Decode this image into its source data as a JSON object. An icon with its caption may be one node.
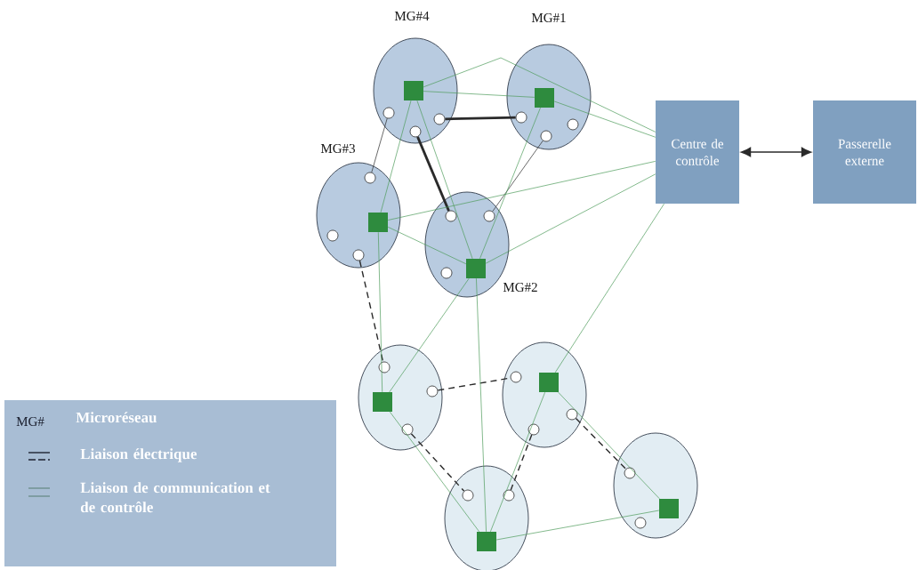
{
  "diagram": {
    "nodes": [
      {
        "text": [],
        "shape": "circle",
        "beside": [
          "MG#4"
        ]
      },
      {
        "text": [],
        "shape": "box",
        "in": 0
      },
      {
        "text": [],
        "shape": "circle",
        "in": 0
      },
      {
        "text": [],
        "shape": "circle",
        "in": 0
      },
      {
        "text": [],
        "shape": "circle",
        "in": 0
      },
      {
        "text": [],
        "shape": "circle",
        "beside": [
          "MG#1"
        ]
      },
      {
        "text": [],
        "shape": "box",
        "in": 5
      },
      {
        "text": [],
        "shape": "circle",
        "in": 5
      },
      {
        "text": [],
        "shape": "circle",
        "in": 5
      },
      {
        "text": [],
        "shape": "circle",
        "in": 5
      },
      {
        "text": [
          "Centre de contrôle"
        ]
      },
      {
        "text": [
          "Passerelle externe"
        ]
      },
      {
        "text": [],
        "shape": "circle",
        "beside": [
          "MG#3"
        ]
      },
      {
        "text": [],
        "shape": "box",
        "in": 12
      },
      {
        "text": [],
        "shape": "circle",
        "in": 12
      },
      {
        "text": [],
        "shape": "circle",
        "in": 12
      },
      {
        "text": [],
        "shape": "circle",
        "in": 12
      },
      {
        "text": [],
        "shape": "circle",
        "beside": [
          "MG#2"
        ]
      },
      {
        "text": [],
        "shape": "box",
        "in": 17
      },
      {
        "text": [],
        "shape": "circle",
        "in": 17
      },
      {
        "text": [],
        "shape": "circle",
        "in": 17
      },
      {
        "text": [],
        "shape": "circle",
        "in": 17
      },
      {
        "text": [],
        "shape": "circle"
      },
      {
        "text": [],
        "shape": "box",
        "in": 22
      },
      {
        "text": [],
        "shape": "circle",
        "in": 22
      },
      {
        "text": [],
        "shape": "circle",
        "in": 22
      },
      {
        "text": [],
        "shape": "circle",
        "in": 22
      },
      {
        "text": [],
        "shape": "circle"
      },
      {
        "text": [],
        "shape": "box",
        "in": 27
      },
      {
        "text": [],
        "shape": "circle",
        "in": 27
      },
      {
        "text": [],
        "shape": "circle",
        "in": 27
      },
      {
        "text": [],
        "shape": "circle",
        "in": 27
      },
      {
        "text": [],
        "shape": "circle"
      },
      {
        "text": [],
        "shape": "box",
        "in": 32
      },
      {
        "text": [],
        "shape": "circle",
        "in": 32
      },
      {
        "text": [],
        "shape": "circle",
        "in": 32
      },
      {
        "text": [],
        "shape": "circle"
      },
      {
        "text": [],
        "shape": "box",
        "in": 36
      },
      {
        "text": [],
        "shape": "circle",
        "in": 36
      },
      {
        "text": [],
        "shape": "circle",
        "in": 36
      }
    ],
    "edges": [
      {
        "from": 4,
        "to": 7,
        "arrow": "none",
        "style": "thick",
        "color": "#2a2a2a"
      },
      {
        "from": 2,
        "to": 14,
        "arrow": "none",
        "color": "#2a2a2a"
      },
      {
        "from": 3,
        "to": 19,
        "arrow": "none",
        "style": "thick",
        "color": "#2a2a2a"
      },
      {
        "from": 8,
        "to": 20,
        "arrow": "none",
        "color": "#2a2a2a"
      },
      {
        "from": 16,
        "to": 24,
        "arrow": "none",
        "style": "dashed",
        "color": "#2a2a2a"
      },
      {
        "from": 25,
        "to": 29,
        "arrow": "none",
        "style": "dashed",
        "color": "#2a2a2a"
      },
      {
        "from": 26,
        "to": 38,
        "arrow": "none",
        "style": "dashed",
        "color": "#2a2a2a"
      },
      {
        "from": 31,
        "to": 39,
        "arrow": "none",
        "style": "dashed",
        "color": "#2a2a2a"
      },
      {
        "from": 30,
        "to": 34,
        "arrow": "none",
        "style": "dashed",
        "color": "#2a2a2a"
      },
      {
        "from": 1,
        "to": 6,
        "arrow": "none"
      },
      {
        "from": 1,
        "to": 10,
        "arrow": "none"
      },
      {
        "from": 1,
        "to": 13,
        "arrow": "none"
      },
      {
        "from": 1,
        "to": 18,
        "arrow": "none"
      },
      {
        "from": 6,
        "to": 10,
        "arrow": "none"
      },
      {
        "from": 6,
        "to": 18,
        "arrow": "none"
      },
      {
        "from": 13,
        "to": 18,
        "arrow": "none"
      },
      {
        "from": 13,
        "to": 10,
        "arrow": "none"
      },
      {
        "from": 18,
        "to": 10,
        "arrow": "none"
      },
      {
        "from": 13,
        "to": 23,
        "arrow": "none"
      },
      {
        "from": 18,
        "to": 23,
        "arrow": "none"
      },
      {
        "from": 18,
        "to": 37,
        "arrow": "none"
      },
      {
        "from": 10,
        "to": 28,
        "arrow": "none"
      },
      {
        "from": 23,
        "to": 37,
        "arrow": "none"
      },
      {
        "from": 28,
        "to": 37,
        "arrow": "none"
      },
      {
        "from": 28,
        "to": 33,
        "arrow": "none"
      },
      {
        "from": 37,
        "to": 33,
        "arrow": "none"
      },
      {
        "from": 10,
        "to": 11,
        "arrow": "both",
        "color": "#2a2a2a"
      }
    ],
    "labels": [
      "MG#"
    ],
    "legend": [
      {
        "text": "Microréseau"
      },
      {
        "text": "Liaison électrique"
      },
      {
        "text": "Liaison de communication et de contrôle"
      }
    ]
  }
}
